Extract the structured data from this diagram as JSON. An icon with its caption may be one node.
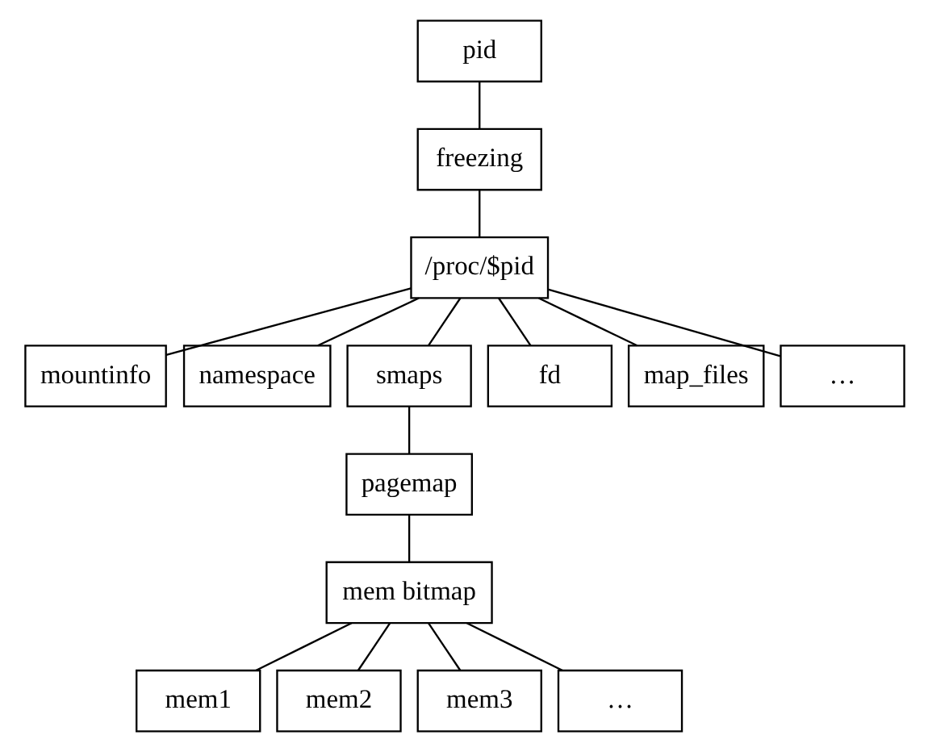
{
  "diagram": {
    "nodes": [
      {
        "text": [
          "pid"
        ]
      },
      {
        "text": [
          "freezing"
        ]
      },
      {
        "text": [
          "/proc/$pid"
        ]
      },
      {
        "text": [
          "mountinfo"
        ]
      },
      {
        "text": [
          "namespace"
        ]
      },
      {
        "text": [
          "smaps"
        ]
      },
      {
        "text": [
          "fd"
        ]
      },
      {
        "text": [
          "map_files"
        ]
      },
      {
        "text": [
          "…"
        ]
      },
      {
        "text": [
          "pagemap"
        ]
      },
      {
        "text": [
          "mem bitmap"
        ]
      },
      {
        "text": [
          "mem1"
        ]
      },
      {
        "text": [
          "mem2"
        ]
      },
      {
        "text": [
          "mem3"
        ]
      },
      {
        "text": [
          "…"
        ]
      }
    ],
    "edges": [
      {
        "from": 0,
        "to": 1,
        "arrow": "none"
      },
      {
        "from": 1,
        "to": 2,
        "arrow": "none"
      },
      {
        "from": 2,
        "to": 3,
        "arrow": "none"
      },
      {
        "from": 2,
        "to": 4,
        "arrow": "none"
      },
      {
        "from": 2,
        "to": 5,
        "arrow": "none"
      },
      {
        "from": 2,
        "to": 6,
        "arrow": "none"
      },
      {
        "from": 2,
        "to": 7,
        "arrow": "none"
      },
      {
        "from": 2,
        "to": 8,
        "arrow": "none"
      },
      {
        "from": 5,
        "to": 9,
        "arrow": "none"
      },
      {
        "from": 9,
        "to": 10,
        "arrow": "none"
      },
      {
        "from": 10,
        "to": 11,
        "arrow": "none"
      },
      {
        "from": 10,
        "to": 12,
        "arrow": "none"
      },
      {
        "from": 10,
        "to": 13,
        "arrow": "none"
      },
      {
        "from": 10,
        "to": 14,
        "arrow": "none"
      }
    ]
  }
}
